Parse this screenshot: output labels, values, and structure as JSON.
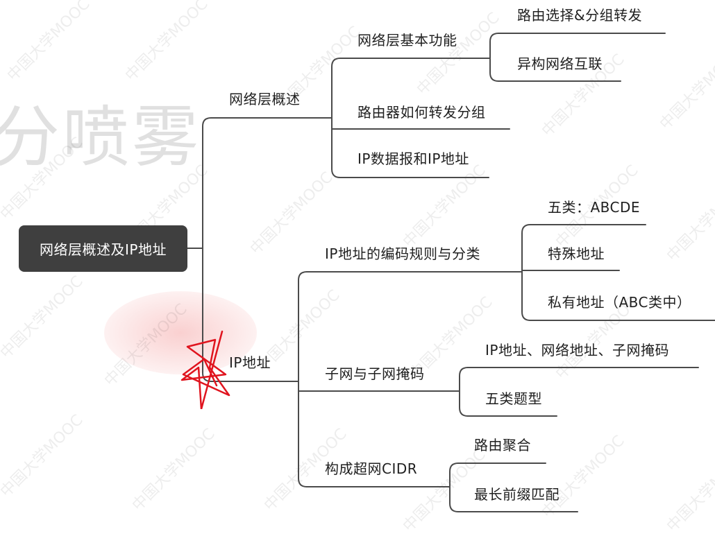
{
  "root": "网络层概述及IP地址",
  "background_text": "分喷雾",
  "watermark": "中国大学MOOC",
  "branches": {
    "overview": {
      "label": "网络层概述",
      "basic_functions": {
        "label": "网络层基本功能",
        "items": [
          "路由选择&分组转发",
          "异构网络互联"
        ]
      },
      "router_forwarding": "路由器如何转发分组",
      "ip_datagram": "IP数据报和IP地址"
    },
    "ip_address": {
      "label": "IP地址",
      "encoding": {
        "label": "IP地址的编码规则与分类",
        "items": [
          "五类：ABCDE",
          "特殊地址",
          "私有地址（ABC类中）"
        ]
      },
      "subnet": {
        "label": "子网与子网掩码",
        "items": [
          "IP地址、网络地址、子网掩码",
          "五类题型"
        ]
      },
      "cidr": {
        "label": "构成超网CIDR",
        "items": [
          "路由聚合",
          "最长前缀匹配"
        ]
      }
    }
  },
  "colors": {
    "line": "#4a4a4a",
    "root_bg": "#3f3f3f",
    "annotation": "#e0141e"
  }
}
